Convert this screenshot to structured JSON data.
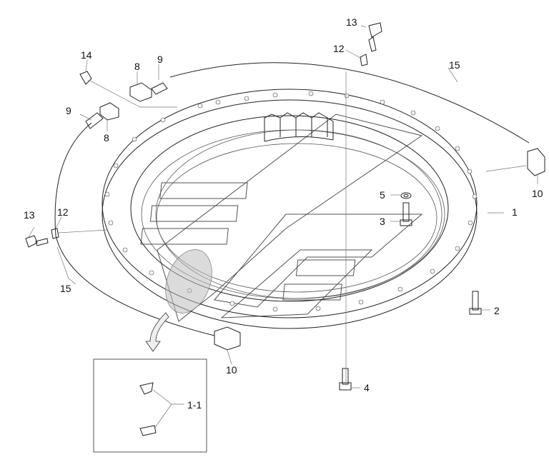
{
  "diagram": {
    "callouts": [
      {
        "id": "c13a",
        "text": "13"
      },
      {
        "id": "c12a",
        "text": "12"
      },
      {
        "id": "c15a",
        "text": "15"
      },
      {
        "id": "c14",
        "text": "14"
      },
      {
        "id": "c9a",
        "text": "9"
      },
      {
        "id": "c8a",
        "text": "8"
      },
      {
        "id": "c9b",
        "text": "9"
      },
      {
        "id": "c8b",
        "text": "8"
      },
      {
        "id": "c10a",
        "text": "10"
      },
      {
        "id": "c5",
        "text": "5"
      },
      {
        "id": "c1",
        "text": "1"
      },
      {
        "id": "c3",
        "text": "3"
      },
      {
        "id": "c13b",
        "text": "13"
      },
      {
        "id": "c12b",
        "text": "12"
      },
      {
        "id": "c15b",
        "text": "15"
      },
      {
        "id": "c2",
        "text": "2"
      },
      {
        "id": "c10b",
        "text": "10"
      },
      {
        "id": "c4",
        "text": "4"
      },
      {
        "id": "c11",
        "text": "1-1"
      }
    ]
  }
}
